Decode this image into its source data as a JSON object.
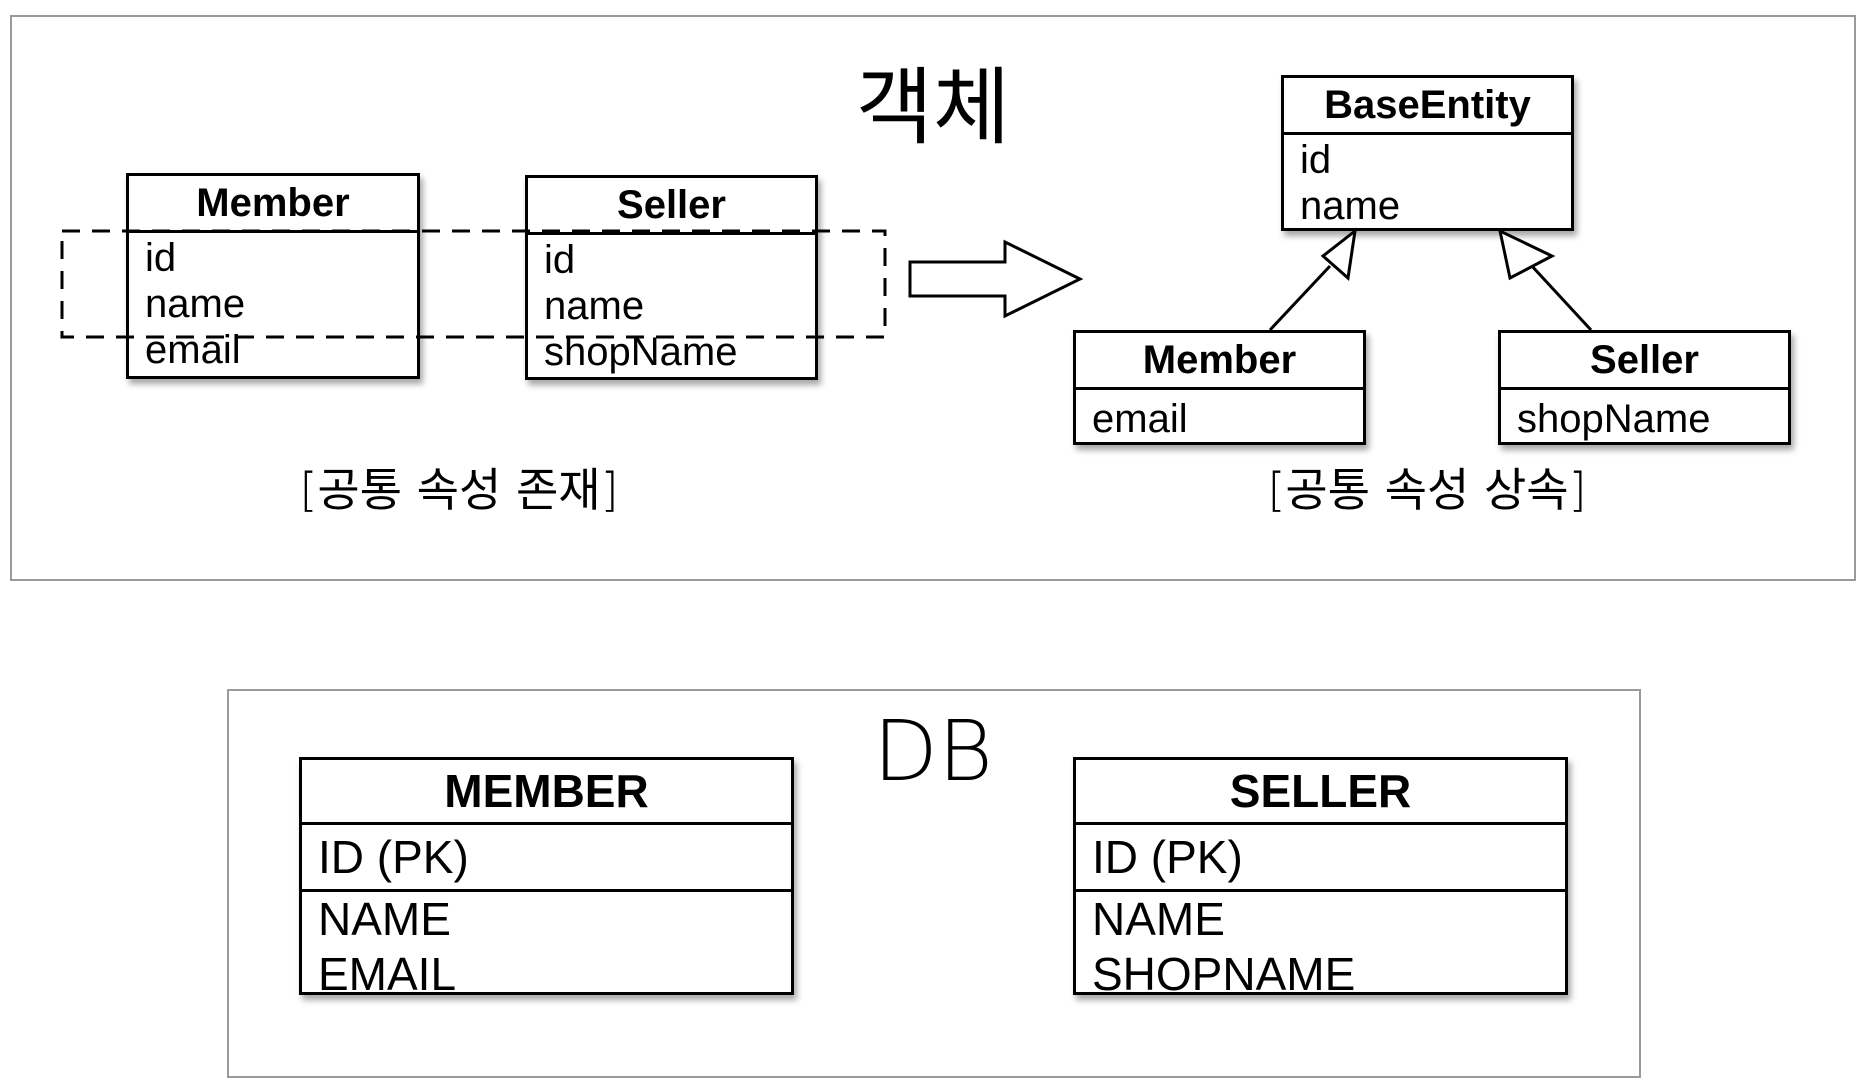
{
  "object_panel": {
    "title": "객체",
    "before": {
      "classes": [
        {
          "name": "Member",
          "attributes": [
            "id",
            "name",
            "email"
          ]
        },
        {
          "name": "Seller",
          "attributes": [
            "id",
            "name",
            "shopName"
          ]
        }
      ],
      "caption": "[공통 속성 존재]"
    },
    "after": {
      "base": {
        "name": "BaseEntity",
        "attributes": [
          "id",
          "name"
        ]
      },
      "children": [
        {
          "name": "Member",
          "attributes": [
            "email"
          ]
        },
        {
          "name": "Seller",
          "attributes": [
            "shopName"
          ]
        }
      ],
      "caption": "[공통 속성 상속]"
    }
  },
  "db_panel": {
    "title": "DB",
    "tables": [
      {
        "name": "MEMBER",
        "pk": "ID (PK)",
        "columns": [
          "NAME",
          "EMAIL"
        ]
      },
      {
        "name": "SELLER",
        "pk": "ID (PK)",
        "columns": [
          "NAME",
          "SHOPNAME"
        ]
      }
    ]
  }
}
